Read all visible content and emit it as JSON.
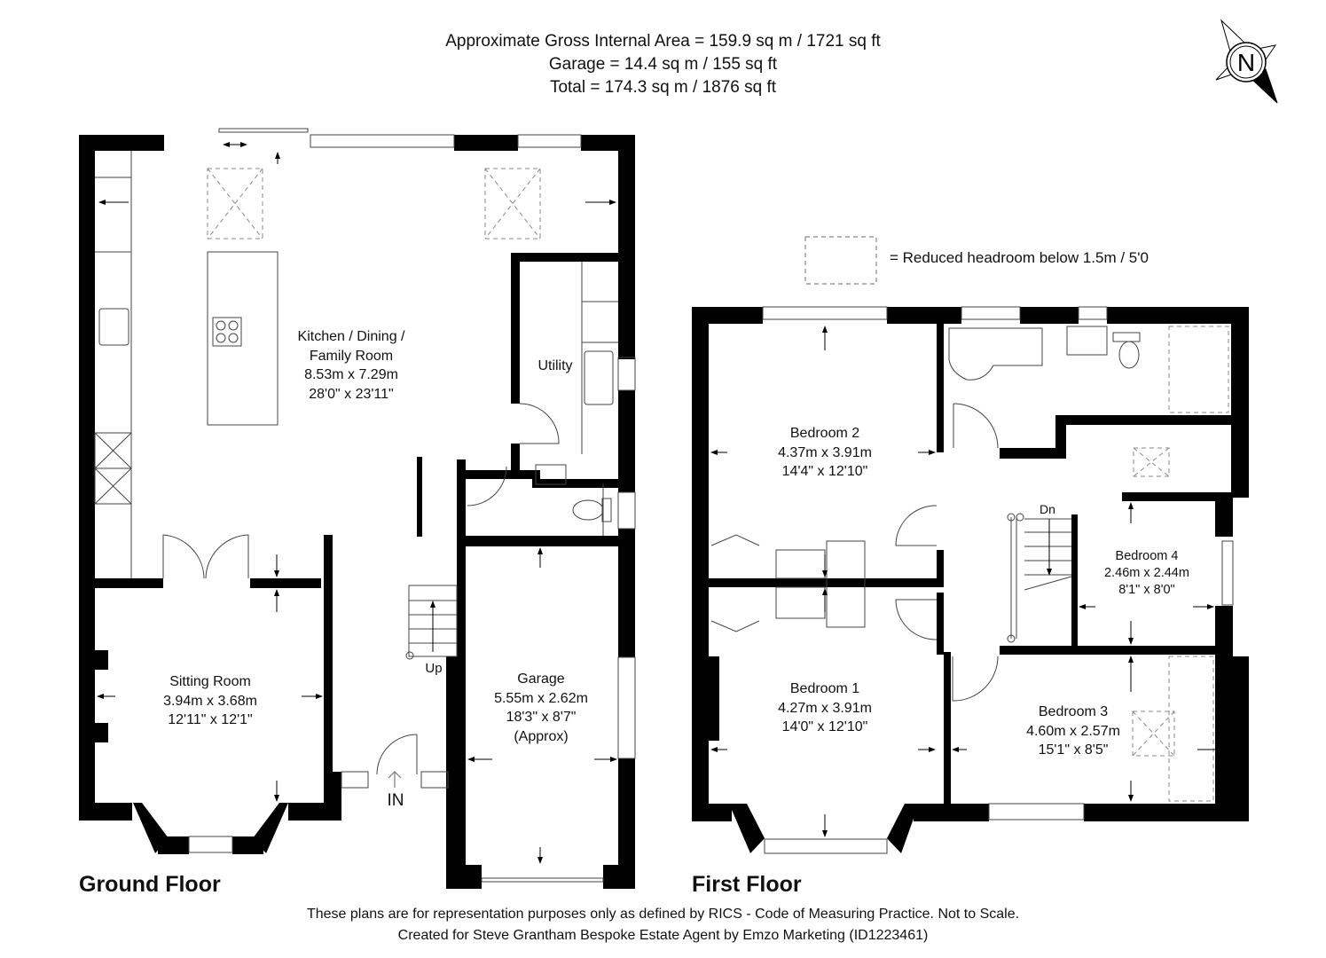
{
  "header": {
    "lines": [
      "Approximate Gross Internal Area = 159.9 sq m / 1721 sq ft",
      "Garage = 14.4 sq m / 155 sq ft",
      "Total = 174.3 sq m / 1876 sq ft"
    ]
  },
  "compass": {
    "label": "N",
    "icon": "north-compass-icon"
  },
  "legend": {
    "symbol": "dashed-rectangle",
    "text": "= Reduced headroom below 1.5m / 5'0"
  },
  "floors": {
    "ground": {
      "title": "Ground Floor",
      "rooms": [
        {
          "name": "Kitchen / Dining /",
          "name2": "Family Room",
          "metric": "8.53m x 7.29m",
          "imperial": "28'0\" x 23'11\""
        },
        {
          "name": "Utility"
        },
        {
          "name": "Sitting Room",
          "metric": "3.94m x 3.68m",
          "imperial": "12'11\" x 12'1\""
        },
        {
          "name": "Garage",
          "metric": "5.55m x 2.62m",
          "imperial": "18'3\" x 8'7\"",
          "note": "(Approx)"
        }
      ],
      "markers": {
        "up": "Up",
        "entrance": "IN"
      }
    },
    "first": {
      "title": "First Floor",
      "rooms": [
        {
          "name": "Bedroom 2",
          "metric": "4.37m x 3.91m",
          "imperial": "14'4\" x 12'10\""
        },
        {
          "name": "Bedroom 1",
          "metric": "4.27m x 3.91m",
          "imperial": "14'0\" x 12'10\""
        },
        {
          "name": "Bedroom 4",
          "metric": "2.46m x 2.44m",
          "imperial": "8'1\" x 8'0\""
        },
        {
          "name": "Bedroom 3",
          "metric": "4.60m x 2.57m",
          "imperial": "15'1\" x 8'5\""
        }
      ],
      "markers": {
        "down": "Dn"
      }
    }
  },
  "footer": {
    "disclaimer": "These plans are for representation purposes only as defined by RICS - Code of Measuring Practice. Not to Scale.",
    "credit": "Created for Steve Grantham Bespoke Estate Agent by Emzo Marketing (ID1223461)"
  },
  "colors": {
    "wall": "#000000",
    "fixture_line": "#555555",
    "dashed": "#888888",
    "background": "#ffffff"
  }
}
